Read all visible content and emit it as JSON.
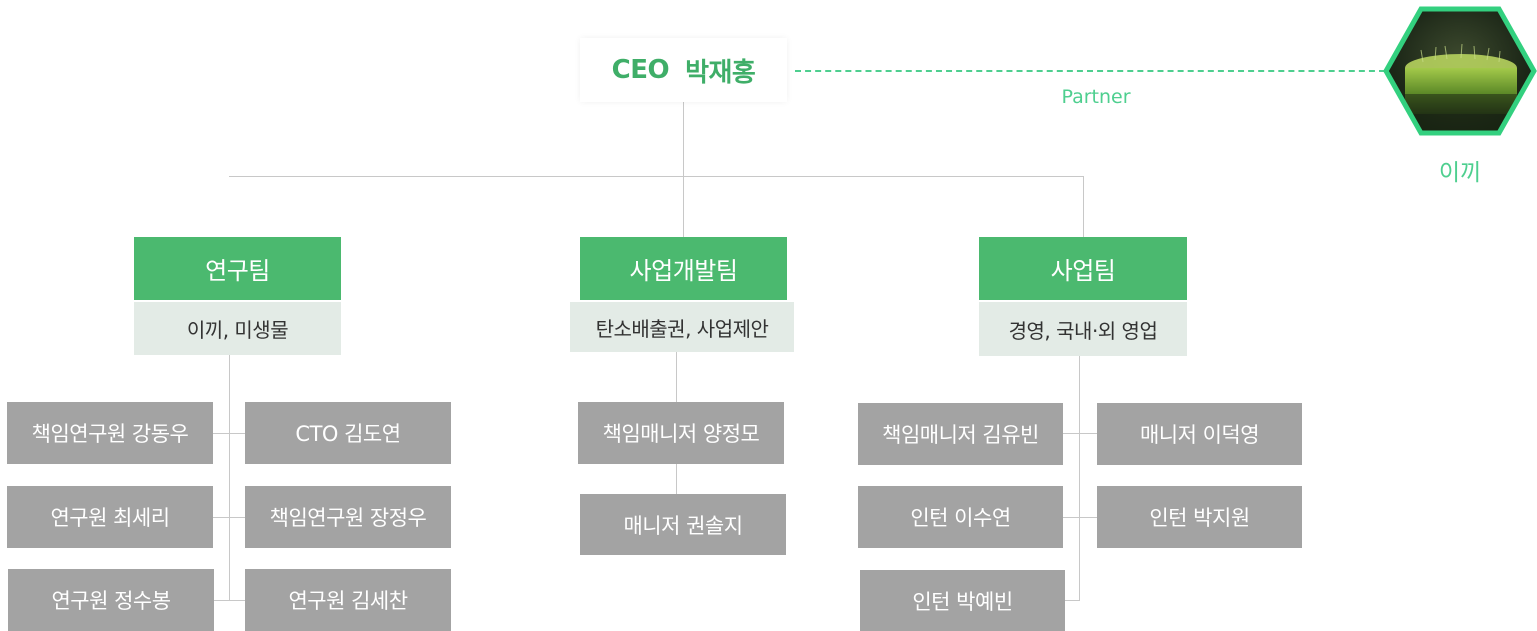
{
  "ceo": {
    "title": "CEO",
    "name": "박재홍"
  },
  "partner": {
    "label": "Partner",
    "name": "이끼"
  },
  "teams": [
    {
      "name": "연구팀",
      "desc": "이끼, 미생물",
      "members": [
        "책임연구원 강동우",
        "CTO 김도연",
        "연구원 최세리",
        "책임연구원 장정우",
        "연구원 정수봉",
        "연구원 김세찬"
      ]
    },
    {
      "name": "사업개발팀",
      "desc": "탄소배출권, 사업제안",
      "members": [
        "책임매니저 양정모",
        "매니저 권솔지"
      ]
    },
    {
      "name": "사업팀",
      "desc": "경영, 국내·외 영업",
      "members": [
        "책임매니저 김유빈",
        "매니저 이덕영",
        "인턴 이수연",
        "인턴 박지원",
        "인턴 박예빈"
      ]
    }
  ],
  "colors": {
    "accent": "#4bb96f",
    "partner": "#4ecf8f",
    "member": "#a3a3a3",
    "sub": "#e3ebe6"
  }
}
